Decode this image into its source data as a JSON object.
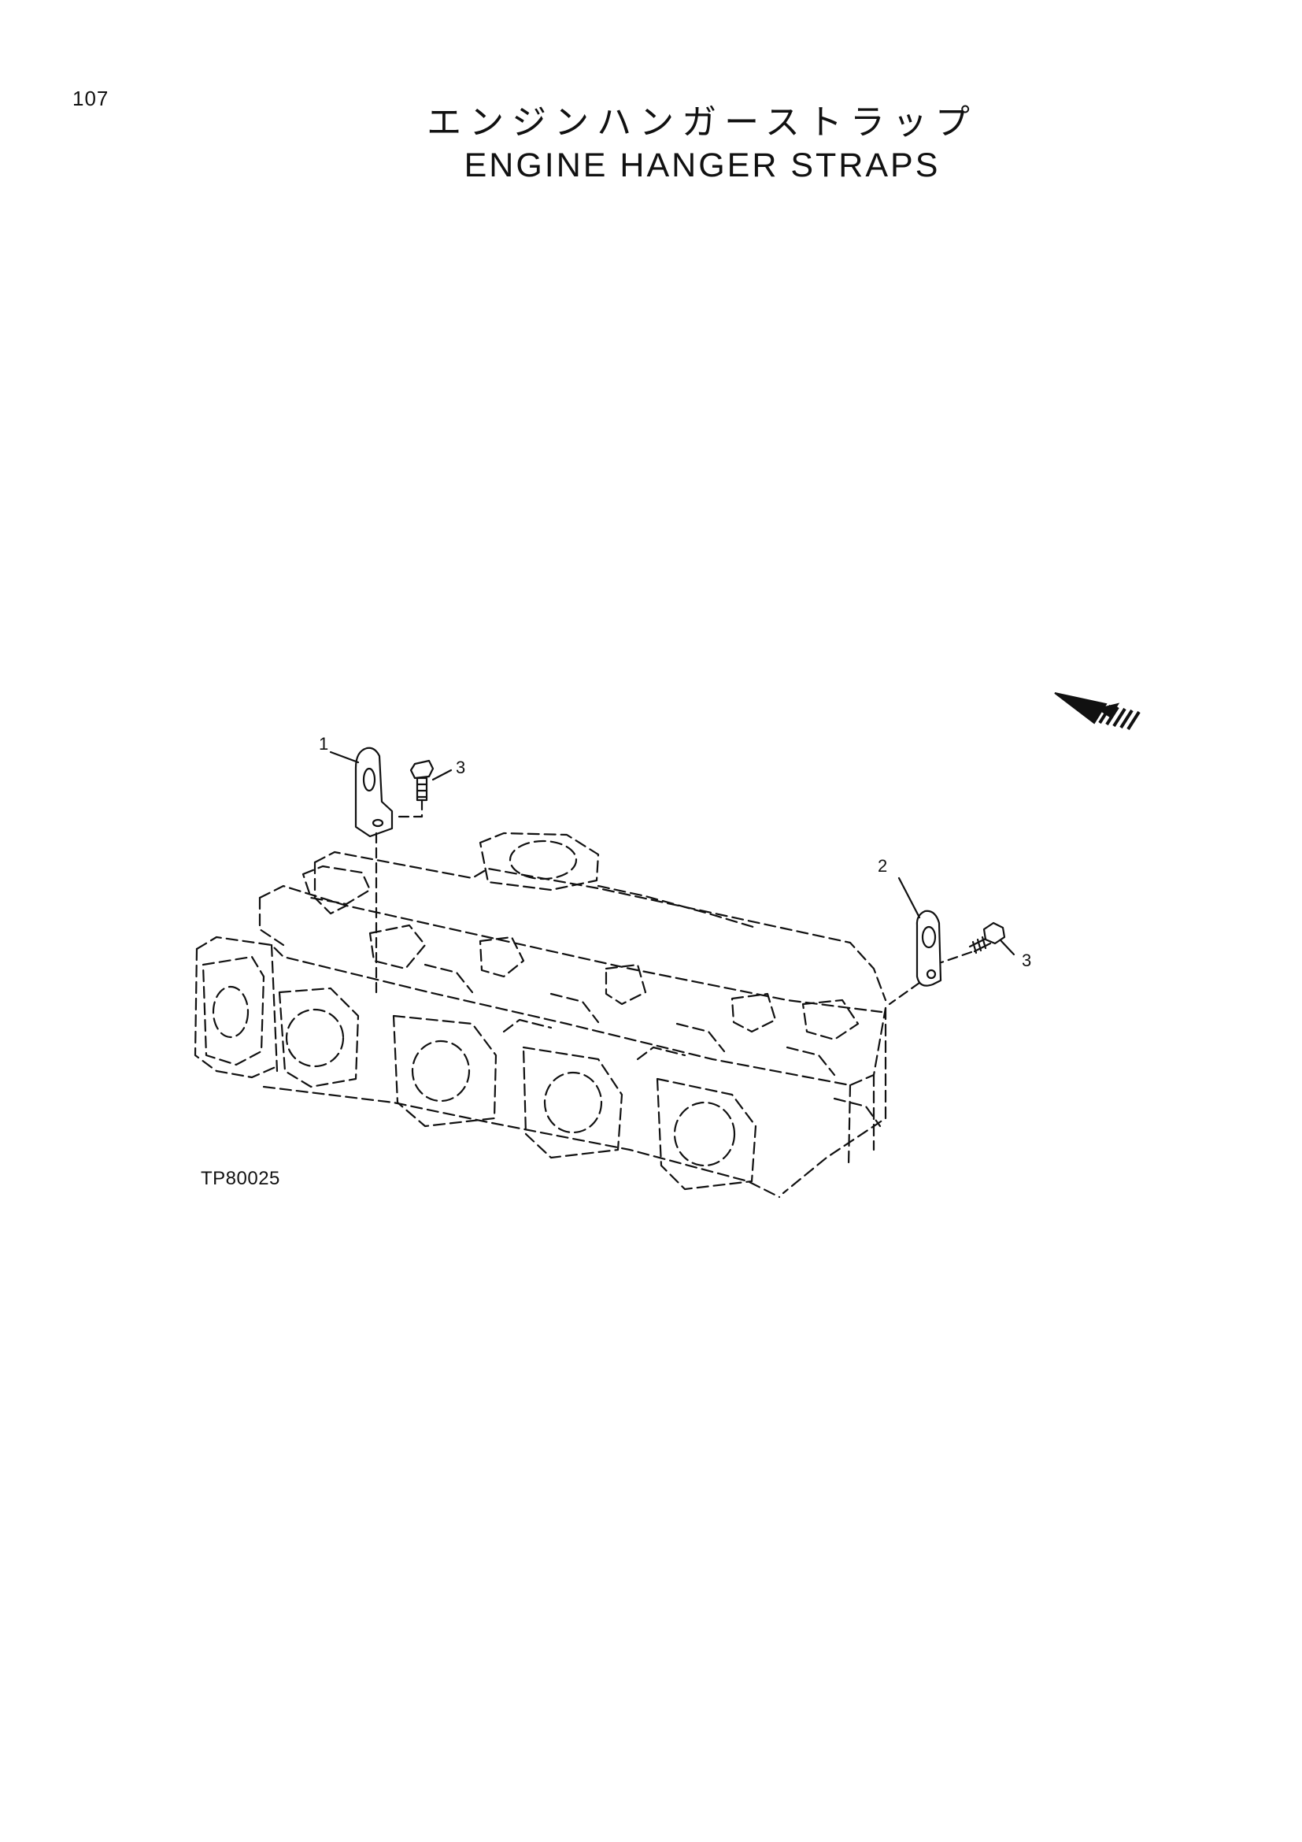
{
  "page": {
    "number": "107"
  },
  "title": {
    "japanese": "エンジンハンガーストラップ",
    "english": "ENGINE HANGER STRAPS"
  },
  "figure": {
    "code": "TP80025"
  },
  "callouts": [
    "1",
    "2",
    "3",
    "3"
  ],
  "icons": {
    "direction_arrow": "front-direction-arrow-icon"
  }
}
